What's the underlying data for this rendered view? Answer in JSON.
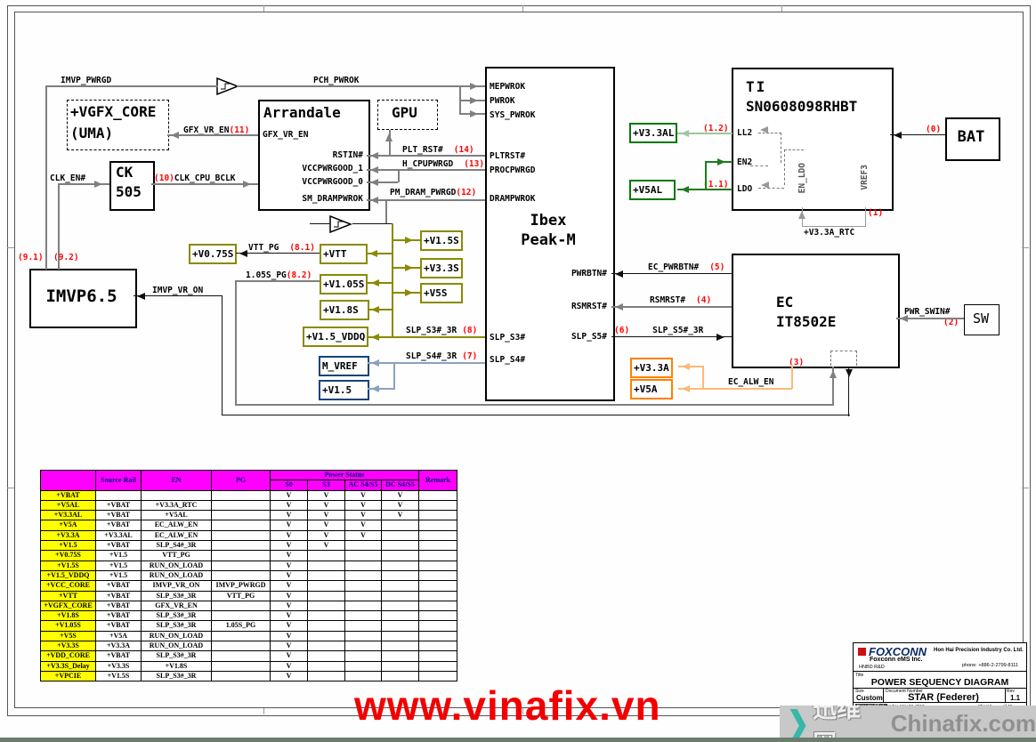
{
  "colors": {
    "olive": "#8a8a00",
    "navy": "#17437c",
    "green": "#007800",
    "orange": "#ff8000",
    "red": "#ff0000",
    "magenta": "#ff00ff",
    "yellow": "#ffff00",
    "teal": "#35b8a8",
    "wire_gray": "#7f7f7f"
  },
  "watermarks": {
    "center": "www.vinafix.vn",
    "cn": "迅维网",
    "en": "Chinafix.com"
  },
  "blocks": {
    "vgfx": {
      "l1": "+VGFX_CORE",
      "l2": "(UMA)"
    },
    "arrandale": {
      "title": "Arrandale",
      "gfx": "GFX_VR_EN",
      "rstin": "RSTIN#",
      "vcc1": "VCCPWRGOOD_1",
      "vcc0": "VCCPWRGOOD_0",
      "smdram": "SM_DRAMPWROK"
    },
    "gpu": {
      "title": "GPU"
    },
    "ck505": {
      "l1": "CK",
      "l2": "505"
    },
    "ibex": {
      "t1": "Ibex",
      "t2": "Peak-M",
      "mepwrok": "MEPWROK",
      "pwrok": "PWROK",
      "syspwrok": "SYS_PWROK",
      "pltrst": "PLTRST#",
      "procpwrgd": "PROCPWRGD",
      "drampwrok": "DRAMPWROK",
      "slps3": "SLP_S3#",
      "slps4": "SLP_S4#",
      "pwrbtn": "PWRBTN#",
      "rsmrst": "RSMRST#",
      "slps5": "SLP_S5#"
    },
    "ti": {
      "l1": "TI",
      "l2": "SN0608098RHBT",
      "ll2": "LL2",
      "en2": "EN2",
      "ldo": "LDO",
      "enldo": "EN_LDO",
      "vref3": "VREF3"
    },
    "bat": {
      "title": "BAT"
    },
    "ec": {
      "l1": "EC",
      "l2": "IT8502E"
    },
    "sw": {
      "title": "SW"
    },
    "imvp": {
      "title": "IMVP6.5"
    }
  },
  "rails": {
    "v075s": "+V0.75S",
    "vtt": "+VTT",
    "v105s": "+V1.05S",
    "v18s": "+V1.8S",
    "v15vddq": "+V1.5_VDDQ",
    "mvref": "M_VREF",
    "v15": "+V1.5",
    "v15s": "+V1.5S",
    "v33s": "+V3.3S",
    "v5s": "+V5S",
    "v33al": "+V3.3AL",
    "v5al": "+V5AL",
    "v33a": "+V3.3A",
    "v5a": "+V5A"
  },
  "signals": {
    "imvp_pwrgd": "IMVP_PWRGD",
    "pch_pwrok": "PCH_PWROK",
    "gfx_vr_en": {
      "t": "GFX_VR_EN",
      "r": "(11)"
    },
    "clk_en": "CLK_EN#",
    "clk_cpu_bclk": {
      "r": "(10)",
      "t": "CLK_CPU_BCLK"
    },
    "plt_rst": {
      "t": "PLT_RST#",
      "r": "(14)"
    },
    "h_cpupwrgd": {
      "t": "H_CPUPWRGD",
      "r": "(13)"
    },
    "pm_dram_pwrgd": {
      "t": "PM_DRAM_PWRGD",
      "r": "(12)"
    },
    "vtt_pg": {
      "t": "VTT_PG",
      "r": "(8.1)"
    },
    "pg105": {
      "t": "1.05S_PG",
      "r": "(8.2)"
    },
    "slp_s3_3r": {
      "t": "SLP_S3#_3R",
      "r": "(8)"
    },
    "slp_s4_3r": {
      "t": "SLP_S4#_3R",
      "r": "(7)"
    },
    "ec_pwrbtn": {
      "t": "EC_PWRBTN#",
      "r": "(5)"
    },
    "rsmrst": {
      "t": "RSMRST#",
      "r": "(4)"
    },
    "slp_s5_3r": {
      "r": "(6)",
      "t": "SLP_S5#_3R"
    },
    "imvp_vr_on": "IMVP_VR_ON",
    "ec_alw_en": "EC_ALW_EN",
    "r3": "(3)",
    "pwr_swin": "PWR_SWIN#",
    "r2": "(2)",
    "r0": "(0)",
    "r12": "(1.2)",
    "r11": "(1.1)",
    "r1": "(1)",
    "v33a_rtc": "+V3.3A_RTC",
    "r91": "(9.1)",
    "r92": "(9.2)"
  },
  "table": {
    "headers": {
      "source": "Source Rail",
      "en": "EN",
      "pg": "PG",
      "power": "Power Status",
      "s0": "S0",
      "s3": "S3",
      "ac": "AC S4/S5",
      "dc": "DC S4/S5",
      "remark": "Remark"
    },
    "rows": [
      {
        "rail": "+VBAT",
        "source": "",
        "en": "",
        "pg": "",
        "s0": "V",
        "s3": "V",
        "ac": "V",
        "dc": "V",
        "remark": ""
      },
      {
        "rail": "+V5AL",
        "source": "+VBAT",
        "en": "+V3.3A_RTC",
        "pg": "",
        "s0": "V",
        "s3": "V",
        "ac": "V",
        "dc": "V",
        "remark": ""
      },
      {
        "rail": "+V3.3AL",
        "source": "+VBAT",
        "en": "+V5AL",
        "pg": "",
        "s0": "V",
        "s3": "V",
        "ac": "V",
        "dc": "V",
        "remark": ""
      },
      {
        "rail": "+V5A",
        "source": "+VBAT",
        "en": "EC_ALW_EN",
        "pg": "",
        "s0": "V",
        "s3": "V",
        "ac": "V",
        "dc": "",
        "remark": ""
      },
      {
        "rail": "+V3.3A",
        "source": "+V3.3AL",
        "en": "EC_ALW_EN",
        "pg": "",
        "s0": "V",
        "s3": "V",
        "ac": "V",
        "dc": "",
        "remark": ""
      },
      {
        "rail": "+V1.5",
        "source": "+VBAT",
        "en": "SLP_S4#_3R",
        "pg": "",
        "s0": "V",
        "s3": "V",
        "ac": "",
        "dc": "",
        "remark": ""
      },
      {
        "rail": "+V0.75S",
        "source": "+V1.5",
        "en": "VTT_PG",
        "pg": "",
        "s0": "V",
        "s3": "",
        "ac": "",
        "dc": "",
        "remark": ""
      },
      {
        "rail": "+V1.5S",
        "source": "+V1.5",
        "en": "RUN_ON_LOAD",
        "pg": "",
        "s0": "V",
        "s3": "",
        "ac": "",
        "dc": "",
        "remark": ""
      },
      {
        "rail": "+V1.5_VDDQ",
        "source": "+V1.5",
        "en": "RUN_ON_LOAD",
        "pg": "",
        "s0": "V",
        "s3": "",
        "ac": "",
        "dc": "",
        "remark": ""
      },
      {
        "rail": "+VCC_CORE",
        "source": "+VBAT",
        "en": "IMVP_VR_ON",
        "pg": "IMVP_PWRGD",
        "s0": "V",
        "s3": "",
        "ac": "",
        "dc": "",
        "remark": ""
      },
      {
        "rail": "+VTT",
        "source": "+VBAT",
        "en": "SLP_S3#_3R",
        "pg": "VTT_PG",
        "s0": "V",
        "s3": "",
        "ac": "",
        "dc": "",
        "remark": ""
      },
      {
        "rail": "+VGFX_CORE",
        "source": "+VBAT",
        "en": "GFX_VR_EN",
        "pg": "",
        "s0": "V",
        "s3": "",
        "ac": "",
        "dc": "",
        "remark": ""
      },
      {
        "rail": "+V1.8S",
        "source": "+VBAT",
        "en": "SLP_S3#_3R",
        "pg": "",
        "s0": "V",
        "s3": "",
        "ac": "",
        "dc": "",
        "remark": ""
      },
      {
        "rail": "+V1.05S",
        "source": "+VBAT",
        "en": "SLP_S3#_3R",
        "pg": "1.05S_PG",
        "s0": "V",
        "s3": "",
        "ac": "",
        "dc": "",
        "remark": ""
      },
      {
        "rail": "+V5S",
        "source": "+V5A",
        "en": "RUN_ON_LOAD",
        "pg": "",
        "s0": "V",
        "s3": "",
        "ac": "",
        "dc": "",
        "remark": ""
      },
      {
        "rail": "+V3.3S",
        "source": "+V3.3A",
        "en": "RUN_ON_LOAD",
        "pg": "",
        "s0": "V",
        "s3": "",
        "ac": "",
        "dc": "",
        "remark": ""
      },
      {
        "rail": "+VDD_CORE",
        "source": "+VBAT",
        "en": "SLP_S3#_3R",
        "pg": "",
        "s0": "V",
        "s3": "",
        "ac": "",
        "dc": "",
        "remark": ""
      },
      {
        "rail": "+V3.3S_Delay",
        "source": "+V3.3S",
        "en": "+V1.8S",
        "pg": "",
        "s0": "V",
        "s3": "",
        "ac": "",
        "dc": "",
        "remark": ""
      },
      {
        "rail": "+VPCIE",
        "source": "+V1.5S",
        "en": "SLP_S3#_3R",
        "pg": "",
        "s0": "V",
        "s3": "",
        "ac": "",
        "dc": "",
        "remark": ""
      }
    ]
  },
  "titleblock": {
    "logo": "FOXCONN",
    "company": "Foxconn eMS Inc.",
    "dept": "HNBD R&D",
    "company_right": "Hon Hai Precision Industry Co. Ltd.",
    "phone": "phone: +886-2-2799-8111",
    "title_label": "Title",
    "title": "POWER SEQUENCY DIAGRAM",
    "size_label": "Size",
    "size": "Custom",
    "doc_label": "Document Number",
    "doc": "STAR (Federer)",
    "rev_label": "Rev",
    "rev": "1.1",
    "modified_label": "Page Modified:",
    "modified": "Monday, May 03, 2010",
    "sheet": "Sheet 5",
    "of": "of 40"
  }
}
